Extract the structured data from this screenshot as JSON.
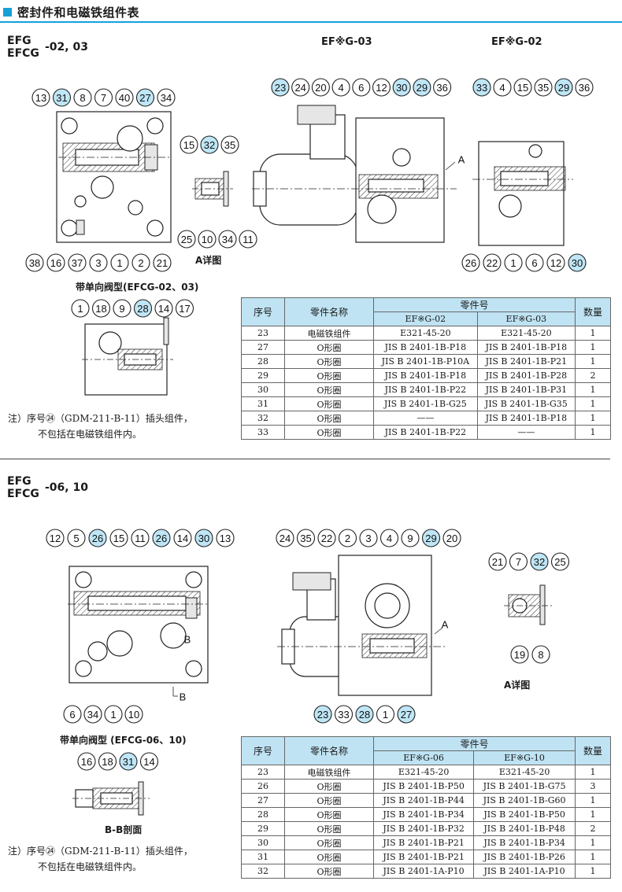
{
  "page_title": "密封件和电磁铁组件表",
  "accent_color": "#17a0d8",
  "header_fill": "#bfe3f3",
  "section1": {
    "model_line1": "EFG",
    "model_line2": "EFCG",
    "model_suffix": "-02, 03",
    "view_titles": [
      "EF※G-03",
      "EF※G-02"
    ],
    "detail_caption": "A详图",
    "check_valve_caption": "带单向阀型(EFCG-02、03)",
    "arrow_label": "A",
    "note_line1": "注）序号㉔（GDM-211-B-11）插头组件，",
    "note_line2": "不包括在电磁铁组件内。",
    "callouts": {
      "main_top": [
        "13",
        "31",
        "8",
        "7",
        "40",
        "27",
        "34"
      ],
      "main_bottom": [
        "38",
        "16",
        "37",
        "3",
        "1",
        "2",
        "21"
      ],
      "detail_top": [
        "15",
        "32",
        "35"
      ],
      "detail_bottom": [
        "25",
        "10",
        "34",
        "11"
      ],
      "g03_top": [
        "23",
        "24",
        "20",
        "4",
        "6",
        "12",
        "30",
        "29",
        "36"
      ],
      "g02_top": [
        "33",
        "4",
        "15",
        "35",
        "29",
        "36"
      ],
      "g02_bottom": [
        "26",
        "22",
        "1",
        "6",
        "12",
        "30"
      ],
      "check_top": [
        "1",
        "18",
        "9",
        "28",
        "14",
        "17"
      ]
    },
    "table": {
      "headers": [
        "序号",
        "零件名称",
        "零件号",
        "数量"
      ],
      "sub_headers": [
        "EF※G-02",
        "EF※G-03"
      ],
      "rows": [
        {
          "no": "23",
          "name": "电磁铁组件",
          "a": "E321-45-20",
          "b": "E321-45-20",
          "qty": "1"
        },
        {
          "no": "27",
          "name": "O形圈",
          "a": "JIS B 2401-1B-P18",
          "b": "JIS B 2401-1B-P18",
          "qty": "1"
        },
        {
          "no": "28",
          "name": "O形圈",
          "a": "JIS B 2401-1B-P10A",
          "b": "JIS B 2401-1B-P21",
          "qty": "1"
        },
        {
          "no": "29",
          "name": "O形圈",
          "a": "JIS B 2401-1B-P18",
          "b": "JIS B 2401-1B-P28",
          "qty": "2"
        },
        {
          "no": "30",
          "name": "O形圈",
          "a": "JIS B 2401-1B-P22",
          "b": "JIS B 2401-1B-P31",
          "qty": "1"
        },
        {
          "no": "31",
          "name": "O形圈",
          "a": "JIS B 2401-1B-G25",
          "b": "JIS B 2401-1B-G35",
          "qty": "1"
        },
        {
          "no": "32",
          "name": "O形圈",
          "a": "——",
          "b": "JIS B 2401-1B-P18",
          "qty": "1"
        },
        {
          "no": "33",
          "name": "O形圈",
          "a": "JIS B 2401-1B-P22",
          "b": "——",
          "qty": "1"
        }
      ]
    }
  },
  "section2": {
    "model_line1": "EFG",
    "model_line2": "EFCG",
    "model_suffix": "-06, 10",
    "detail_caption": "A详图",
    "check_valve_caption": "带单向阀型 (EFCG-06、10)",
    "section_caption": "B-B剖面",
    "arrow_label": "A",
    "section_mark": "B",
    "note_line1": "注）序号㉔（GDM-211-B-11）插头组件，",
    "note_line2": "不包括在电磁铁组件内。",
    "callouts": {
      "main_top": [
        "12",
        "5",
        "26",
        "15",
        "11",
        "26",
        "14",
        "30",
        "13"
      ],
      "main_bottom": [
        "6",
        "34",
        "1",
        "10"
      ],
      "side_top": [
        "24",
        "35",
        "22",
        "2",
        "3",
        "4",
        "9",
        "29",
        "20"
      ],
      "side_bottom": [
        "23",
        "33",
        "28",
        "1",
        "27"
      ],
      "detail_top": [
        "21",
        "7",
        "32",
        "25"
      ],
      "detail_bottom": [
        "19",
        "8"
      ],
      "bb_top": [
        "16",
        "18",
        "31",
        "14"
      ]
    },
    "table": {
      "headers": [
        "序号",
        "零件名称",
        "零件号",
        "数量"
      ],
      "sub_headers": [
        "EF※G-06",
        "EF※G-10"
      ],
      "rows": [
        {
          "no": "23",
          "name": "电磁铁组件",
          "a": "E321-45-20",
          "b": "E321-45-20",
          "qty": "1"
        },
        {
          "no": "26",
          "name": "O形圈",
          "a": "JIS B 2401-1B-P50",
          "b": "JIS B 2401-1B-G75",
          "qty": "3"
        },
        {
          "no": "27",
          "name": "O形圈",
          "a": "JIS B 2401-1B-P44",
          "b": "JIS B 2401-1B-G60",
          "qty": "1"
        },
        {
          "no": "28",
          "name": "O形圈",
          "a": "JIS B 2401-1B-P34",
          "b": "JIS B 2401-1B-P50",
          "qty": "1"
        },
        {
          "no": "29",
          "name": "O形圈",
          "a": "JIS B 2401-1B-P32",
          "b": "JIS B 2401-1B-P48",
          "qty": "2"
        },
        {
          "no": "30",
          "name": "O形圈",
          "a": "JIS B 2401-1B-P21",
          "b": "JIS B 2401-1B-P34",
          "qty": "1"
        },
        {
          "no": "31",
          "name": "O形圈",
          "a": "JIS B 2401-1B-P21",
          "b": "JIS B 2401-1B-P26",
          "qty": "1"
        },
        {
          "no": "32",
          "name": "O形圈",
          "a": "JIS B 2401-1A-P10",
          "b": "JIS B 2401-1A-P10",
          "qty": "1"
        }
      ]
    }
  }
}
